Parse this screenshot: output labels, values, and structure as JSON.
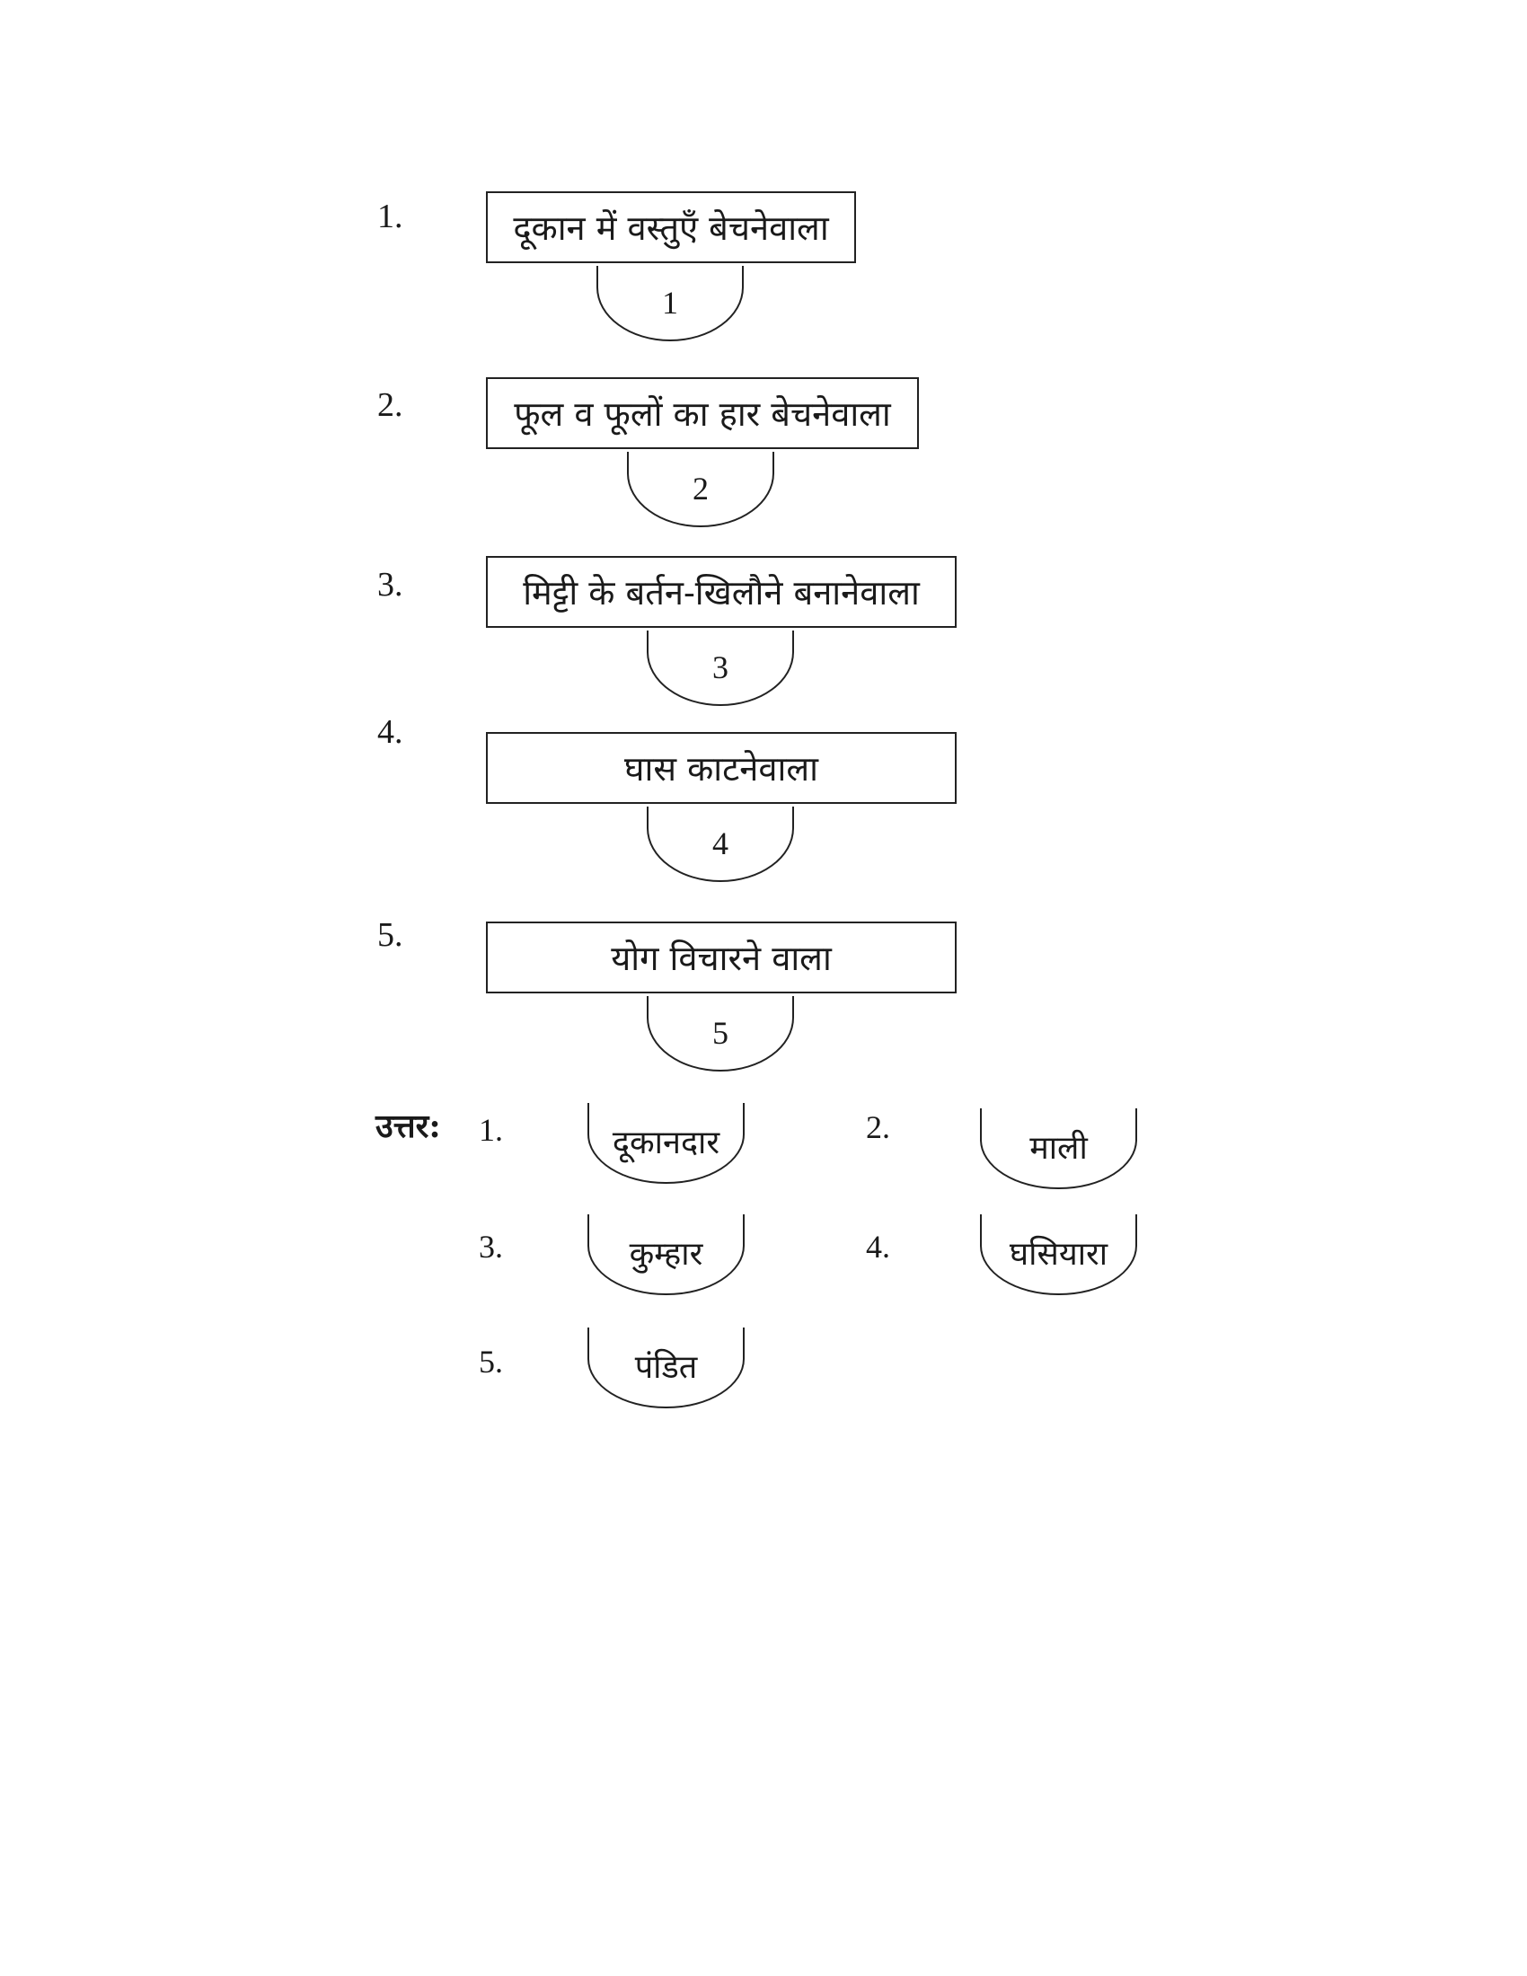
{
  "questions": [
    {
      "num": "1.",
      "text": "दूकान में वस्तुएँ बेचनेवाला",
      "blank": "1"
    },
    {
      "num": "2.",
      "text": "फूल व फूलों का हार बेचनेवाला",
      "blank": "2"
    },
    {
      "num": "3.",
      "text": "मिट्टी के बर्तन-खिलौने बनानेवाला",
      "blank": "3"
    },
    {
      "num": "4.",
      "text": "घास काटनेवाला",
      "blank": "4"
    },
    {
      "num": "5.",
      "text": "योग विचारने वाला",
      "blank": "5"
    }
  ],
  "answers": {
    "label": "उत्तर:",
    "items": [
      {
        "num": "1.",
        "text": "दूकानदार"
      },
      {
        "num": "2.",
        "text": "माली"
      },
      {
        "num": "3.",
        "text": "कुम्हार"
      },
      {
        "num": "4.",
        "text": "घसियारा"
      },
      {
        "num": "5.",
        "text": "पंडित"
      }
    ]
  }
}
